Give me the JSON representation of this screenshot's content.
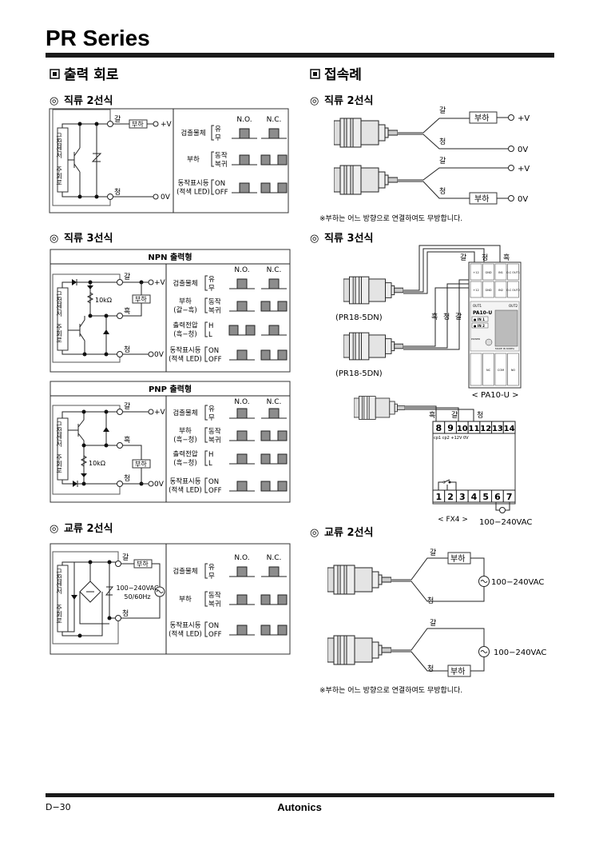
{
  "header": {
    "title": "PR Series"
  },
  "left": {
    "heading": "출력 회로",
    "dc2": {
      "subheading": "직류 2선식"
    },
    "dc3": {
      "subheading": "직류 3선식",
      "npn_title": "NPN 출력형",
      "pnp_title": "PNP 출력형"
    },
    "ac2": {
      "subheading": "교류 2선식"
    }
  },
  "right": {
    "heading": "접속례",
    "dc2": {
      "subheading": "직류 2선식"
    },
    "dc3": {
      "subheading": "직류 3선식",
      "model_1": "(PR18-5DN)",
      "model_2": "(PR18-5DN)",
      "pa10_label": "< PA10-U >",
      "pa10_name": "PA10-U",
      "pa10_in1": "● IN 1",
      "pa10_in2": "● IN 2",
      "pa10_out1": "OUT1",
      "pa10_out2": "OUT2",
      "pa10_top_terms": [
        "+12",
        "GND",
        "IN1",
        "O.C OUT1"
      ],
      "pa10_mid_terms": [
        "+12",
        "GND",
        "IN2",
        "O.C OUT2"
      ],
      "pa10_bottom_terms": [
        "",
        "NC",
        "COM",
        "NO"
      ],
      "pa10_made": "MADE IN KOREA",
      "pa10_power": "POWER",
      "fx4_label": "< FX4 >",
      "fx4_top": [
        "8",
        "9",
        "10",
        "11",
        "12",
        "13",
        "14"
      ],
      "fx4_top_sub": "cp1  cp2  +12V  0V",
      "fx4_bottom": [
        "1",
        "2",
        "3",
        "4",
        "5",
        "6",
        "7"
      ],
      "fx4_power": "100−240VAC"
    },
    "ac2": {
      "subheading": "교류 2선식",
      "supply": "100−240VAC"
    },
    "note": "※부하는 어느 방향으로 연결하여도 무방합니다."
  },
  "labels": {
    "sensor_1": "근접센서",
    "sensor_2": "주회로",
    "brown": "갈",
    "blue": "청",
    "black": "흑",
    "load": "부하",
    "plus_v": "+V",
    "zero_v": "0V",
    "resistor": "10kΩ",
    "ac_supply": "100−240VAC",
    "ac_freq": "50/60Hz",
    "wires_bcb": [
      "흑",
      "청",
      "갈"
    ]
  },
  "timing": {
    "headers": [
      "N.O.",
      "N.C."
    ],
    "dc2": [
      {
        "label": [
          "검출물체"
        ],
        "states": [
          "유",
          "무"
        ],
        "no": "pulse",
        "nc": "pulse"
      },
      {
        "label": [
          "부하"
        ],
        "states": [
          "동작",
          "복귀"
        ],
        "no": "pulse",
        "nc": "inverted"
      },
      {
        "label": [
          "동작표시등",
          "(적색 LED)"
        ],
        "states": [
          "ON",
          "OFF"
        ],
        "no": "pulse",
        "nc": "inverted"
      }
    ],
    "npn": [
      {
        "label": [
          "검출물체"
        ],
        "states": [
          "유",
          "무"
        ],
        "no": "pulse",
        "nc": "pulse"
      },
      {
        "label": [
          "부하",
          "(갈−흑)"
        ],
        "states": [
          "동작",
          "복귀"
        ],
        "no": "pulse",
        "nc": "inverted"
      },
      {
        "label": [
          "출력전압",
          "(흑−청)"
        ],
        "states": [
          "H",
          "L"
        ],
        "no": "inverted",
        "nc": "pulse"
      },
      {
        "label": [
          "동작표시등",
          "(적색 LED)"
        ],
        "states": [
          "ON",
          "OFF"
        ],
        "no": "pulse",
        "nc": "inverted"
      }
    ],
    "pnp": [
      {
        "label": [
          "검출물체"
        ],
        "states": [
          "유",
          "무"
        ],
        "no": "pulse",
        "nc": "pulse"
      },
      {
        "label": [
          "부하",
          "(흑−청)"
        ],
        "states": [
          "동작",
          "복귀"
        ],
        "no": "pulse",
        "nc": "inverted"
      },
      {
        "label": [
          "출력전압",
          "(흑−청)"
        ],
        "states": [
          "H",
          "L"
        ],
        "no": "pulse",
        "nc": "inverted"
      },
      {
        "label": [
          "동작표시등",
          "(적색 LED)"
        ],
        "states": [
          "ON",
          "OFF"
        ],
        "no": "pulse",
        "nc": "inverted"
      }
    ],
    "ac2": [
      {
        "label": [
          "검출물체"
        ],
        "states": [
          "유",
          "무"
        ],
        "no": "pulse",
        "nc": "pulse"
      },
      {
        "label": [
          "부하"
        ],
        "states": [
          "동작",
          "복귀"
        ],
        "no": "pulse",
        "nc": "inverted"
      },
      {
        "label": [
          "동작표시등",
          "(적색 LED)"
        ],
        "states": [
          "ON",
          "OFF"
        ],
        "no": "pulse",
        "nc": "inverted"
      }
    ]
  },
  "footer": {
    "page": "D−30",
    "brand": "Autonics"
  },
  "colors": {
    "wave_fill": "#8c8c8c",
    "rule": "#1a1a1a"
  }
}
